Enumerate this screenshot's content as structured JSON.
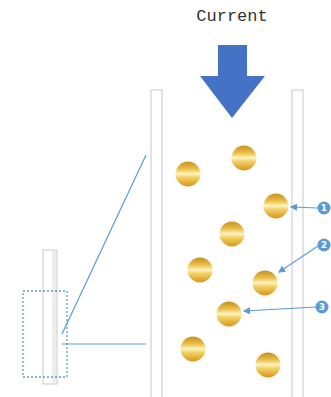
{
  "diagram": {
    "labels": [
      "Current",
      "1",
      "2",
      "3"
    ]
  }
}
